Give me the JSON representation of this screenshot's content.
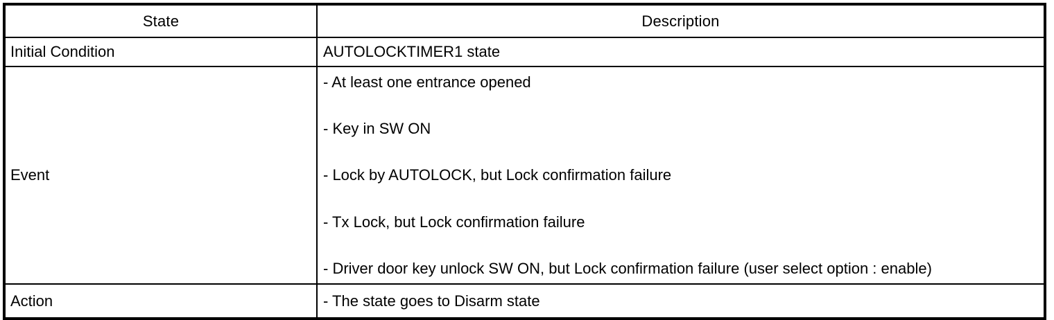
{
  "document": {
    "type": "state-description-table",
    "text_color": "#000000",
    "background_color": "#ffffff",
    "border_color": "#000000"
  },
  "table": {
    "headers": {
      "state": "State",
      "description": "Description"
    },
    "rows": [
      {
        "state": "Initial Condition",
        "description": "AUTOLOCKTIMER1 state"
      },
      {
        "state": "Event",
        "bullets": [
          "-  At least one entrance opened",
          "-  Key in SW ON",
          "-  Lock by AUTOLOCK, but Lock confirmation failure",
          "-  Tx Lock, but Lock confirmation failure",
          "-  Driver door key unlock SW ON, but Lock confirmation failure (user select option : enable)"
        ]
      },
      {
        "state": "Action",
        "description": "-  The state goes to Disarm state"
      }
    ]
  }
}
